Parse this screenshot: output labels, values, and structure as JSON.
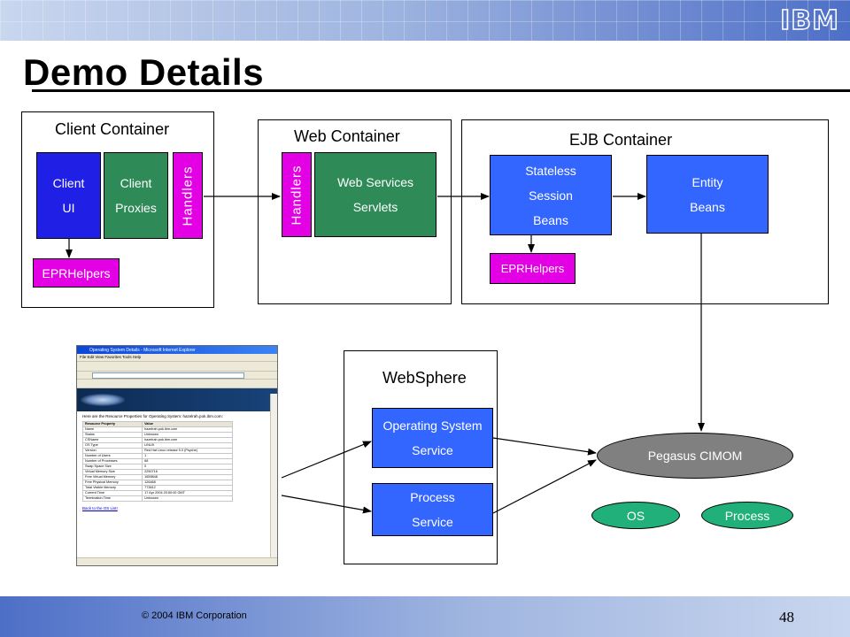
{
  "slide": {
    "title": "Demo Details",
    "footer": "© 2004 IBM Corporation",
    "page_number": "48"
  },
  "client_container": {
    "label": "Client Container",
    "client_ui": "Client\nUI",
    "client_proxies": "Client\nProxies",
    "handlers": "Handlers",
    "eprhelpers": "EPRHelpers"
  },
  "web_container": {
    "label": "Web Container",
    "handlers": "Handlers",
    "web_services_servlets": "Web Services\nServlets"
  },
  "ejb_container": {
    "label": "EJB Container",
    "stateless_session_beans": "Stateless\nSession\nBeans",
    "entity_beans": "Entity\nBeans",
    "eprhelpers": "EPRHelpers"
  },
  "websphere": {
    "label": "WebSphere",
    "os_service": "Operating System\nService",
    "process_service": "Process\nService"
  },
  "cimom": {
    "pegasus": "Pegasus CIMOM",
    "os": "OS",
    "process": "Process"
  },
  "colors": {
    "blue": "#1f1fe6",
    "green": "#2e8b57",
    "magenta": "#e400e4",
    "medium_blue": "#3366ff",
    "grey": "#808080",
    "teal": "#21b07a"
  },
  "browser": {
    "window_title": "Operating System Details - Microsoft Internet Explorer",
    "menu": "File  Edit  View  Favorites  Tools  Help",
    "heading": "Here are the Resource Properties for Operating System: hazelrah.pok.ibm.com:",
    "table_headers": [
      "Resource Property",
      "Value"
    ],
    "rows": [
      [
        "Name",
        "hazelrah.pok.ibm.com"
      ],
      [
        "Status",
        "Unknown"
      ],
      [
        "CSName",
        "hazelrah.pok.ibm.com"
      ],
      [
        "OS Type",
        "LINUX"
      ],
      [
        "Version",
        "Red Hat Linux release 9.0 (Psyche)"
      ],
      [
        "Number of Users",
        "1"
      ],
      [
        "Number of Processes",
        "68"
      ],
      [
        "Swap Space Size",
        "0"
      ],
      [
        "Virtual Memory Size",
        "2250716"
      ],
      [
        "Free Virtual Memory",
        "1659848"
      ],
      [
        "Free Physical Memory",
        "126468"
      ],
      [
        "Total Visible Memory",
        "773612"
      ],
      [
        "Current Time",
        "17 Apr 2004 20:50:00 GMT"
      ],
      [
        "Termination Time",
        "Unknown"
      ]
    ],
    "back_link": "Back to the OS List!"
  }
}
